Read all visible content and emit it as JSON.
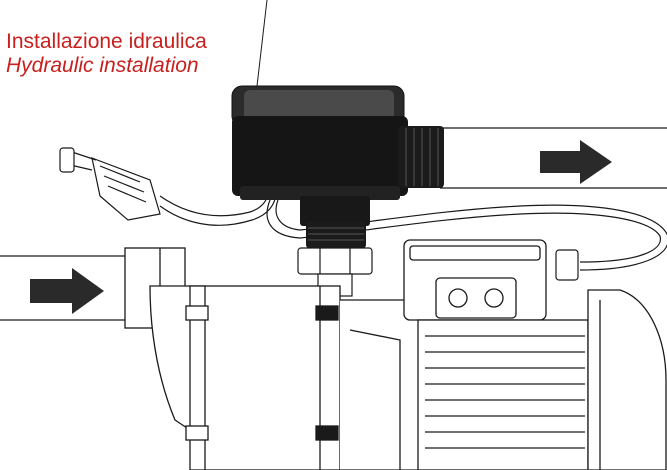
{
  "caption": {
    "title_it": "Installazione idraulica",
    "title_en": "Hydraulic installation",
    "color": "#c8201e"
  },
  "drawing": {
    "line_color": "#1a1a1a",
    "controller_body_color": "#151515",
    "flow_direction": [
      "inlet-left-to-right",
      "outlet-left-to-right"
    ]
  }
}
